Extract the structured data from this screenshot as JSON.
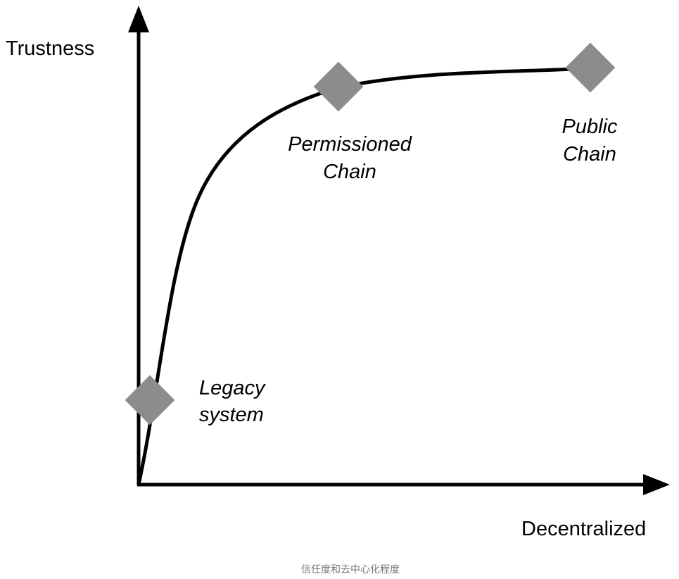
{
  "diagram": {
    "y_axis_label": "Trustness",
    "x_axis_label": "Decentralized",
    "caption": "信任度和去中心化程度",
    "points": [
      {
        "label_lines": [
          "Legacy",
          "system"
        ]
      },
      {
        "label_lines": [
          "Permissioned",
          "Chain"
        ]
      },
      {
        "label_lines": [
          "Public",
          "Chain"
        ]
      }
    ],
    "colors": {
      "axis": "#000000",
      "curve": "#000000",
      "marker": "#8c8c8c",
      "text": "#000000",
      "caption": "#777777"
    }
  }
}
